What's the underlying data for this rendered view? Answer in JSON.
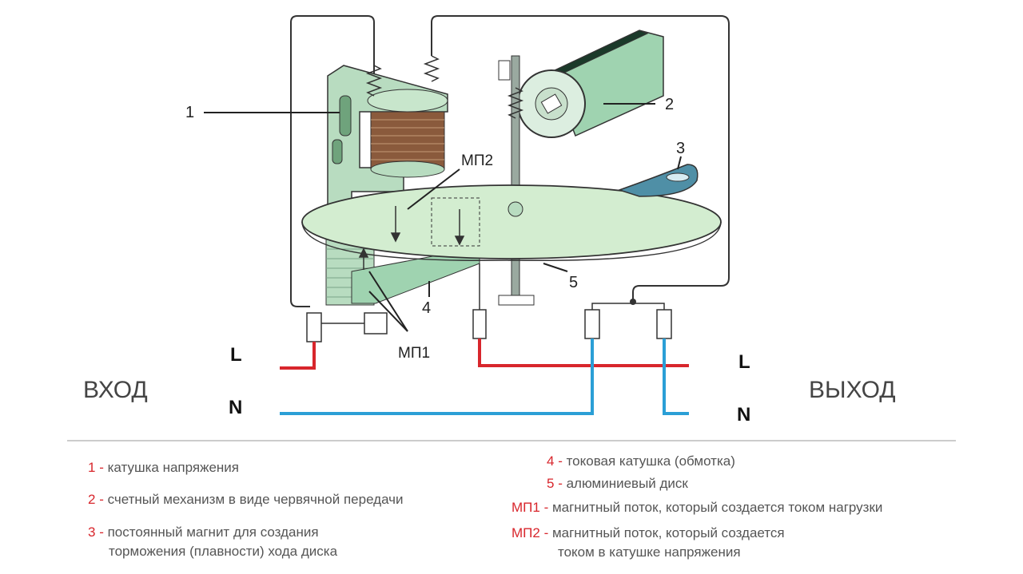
{
  "labels": {
    "coil_voltage": "1",
    "counter": "2",
    "magnet": "3",
    "coil_current": "4",
    "disk": "5",
    "mp1": "МП1",
    "mp2": "МП2",
    "input": "ВХОД",
    "output": "ВЫХОД",
    "l_in": "L",
    "n_in": "N",
    "l_out": "L",
    "n_out": "N"
  },
  "legend": [
    {
      "num": "1",
      "sep": " - ",
      "text": "катушка напряжения"
    },
    {
      "num": "2",
      "sep": " - ",
      "text": "счетный механизм в виде червячной передачи"
    },
    {
      "num": "3",
      "sep": " - ",
      "text": "постоянный магнит для создания",
      "text2": "торможения (плавности) хода диска"
    },
    {
      "num": "4",
      "sep": " - ",
      "text": "токовая катушка (обмотка)"
    },
    {
      "num": "5",
      "sep": " - ",
      "text": "алюминиевый диск"
    },
    {
      "num": "МП1",
      "sep": " - ",
      "text": "магнитный поток, который создается током нагрузки"
    },
    {
      "num": "МП2",
      "sep": " - ",
      "text": "магнитный поток, который создается",
      "text2": "током в катушке напряжения"
    }
  ],
  "colors": {
    "phase_wire": "#d8262c",
    "neutral_wire": "#2b9fd6",
    "disk_fill": "#d3edd0",
    "body_fill": "#b8dcc0",
    "legend_number": "#d8262c"
  }
}
